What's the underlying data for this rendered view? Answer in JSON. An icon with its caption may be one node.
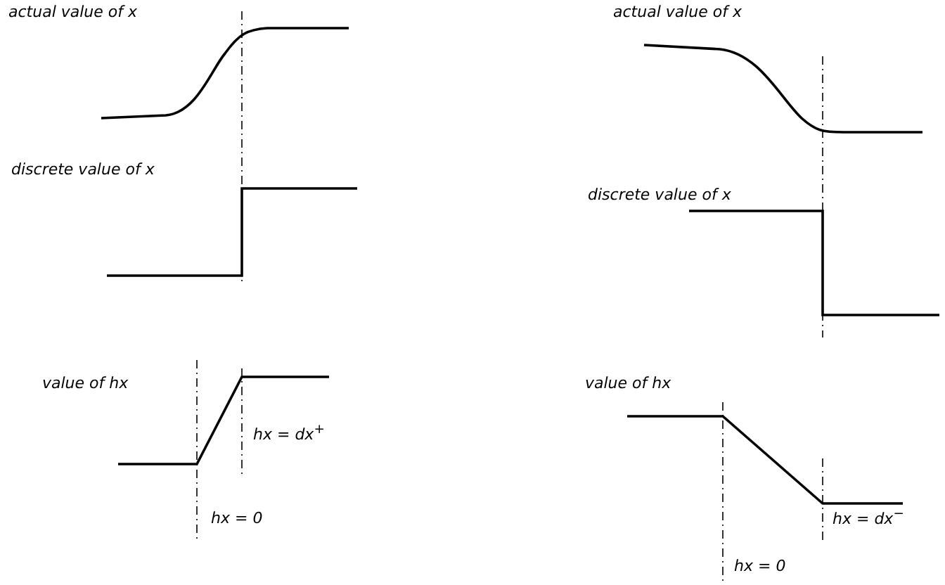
{
  "diagram": {
    "labels": [
      "actual value of x",
      "actual value of x",
      "discrete value of x",
      "discrete value of x",
      "value of hx",
      "value of hx",
      "hx = dx$^{+}$",
      "hx = dx$^{−}$",
      "hx = 0",
      "hx = 0"
    ]
  }
}
